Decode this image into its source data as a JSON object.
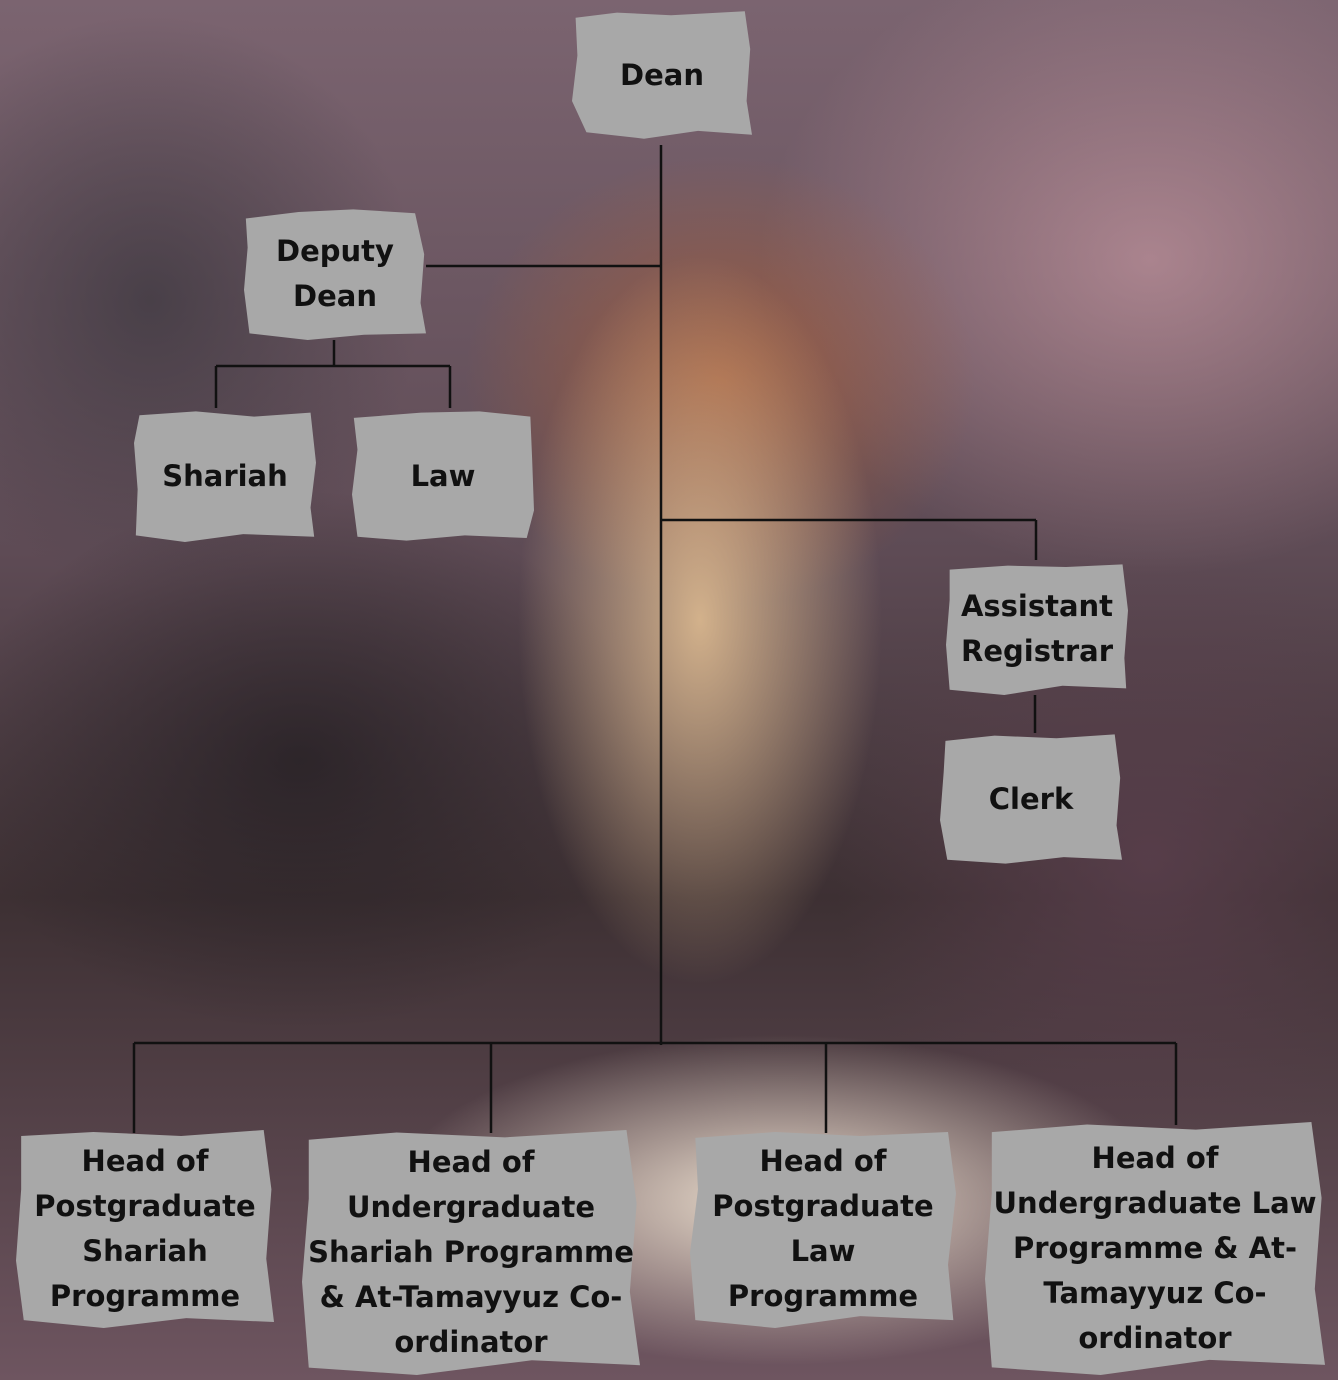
{
  "diagram": {
    "nodes": {
      "dean": "Dean",
      "deputy_dean": "Deputy Dean",
      "shariah": "Shariah",
      "law": "Law",
      "assistant_registrar": "Assistant Registrar",
      "clerk": "Clerk",
      "head_pg_shariah": "Head of Postgraduate Shariah Programme",
      "head_ug_shariah": "Head of Undergraduate Shariah Programme & At-Tamayyuz Co-ordinator",
      "head_pg_law": "Head of Postgraduate Law Programme",
      "head_ug_law": "Head of Undergraduate Law Programme & At-Tamayyuz Co-ordinator"
    },
    "edges": [
      [
        "dean",
        "deputy_dean"
      ],
      [
        "deputy_dean",
        "shariah"
      ],
      [
        "deputy_dean",
        "law"
      ],
      [
        "dean",
        "assistant_registrar"
      ],
      [
        "assistant_registrar",
        "clerk"
      ],
      [
        "dean",
        "head_pg_shariah"
      ],
      [
        "dean",
        "head_ug_shariah"
      ],
      [
        "dean",
        "head_pg_law"
      ],
      [
        "dean",
        "head_ug_law"
      ]
    ],
    "colors": {
      "node_fill": "#a8a8a8",
      "line": "#111111",
      "text": "#111111"
    }
  }
}
